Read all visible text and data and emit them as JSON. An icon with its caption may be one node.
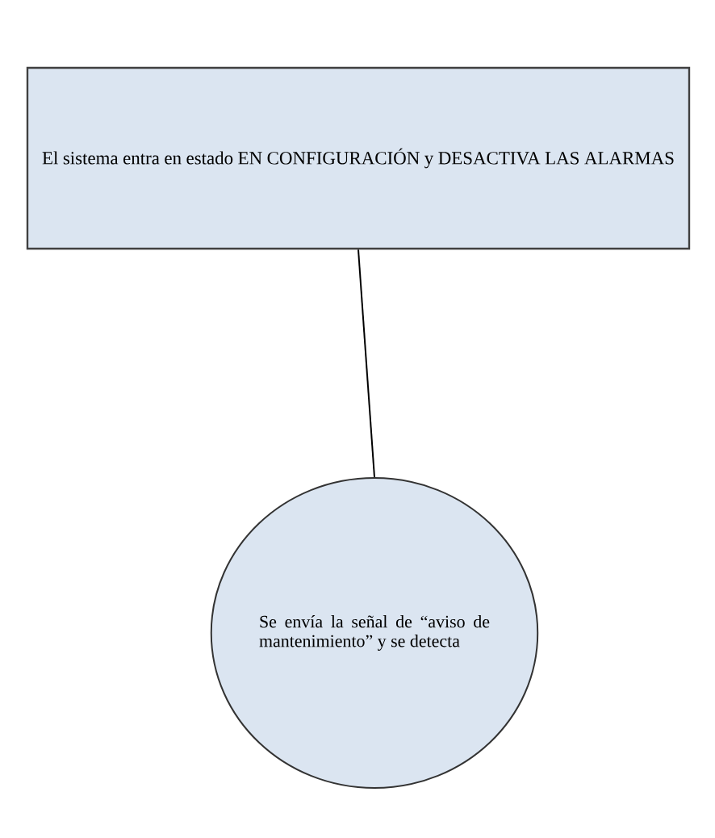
{
  "diagram": {
    "nodes": [
      {
        "text": [
          "El sistema entra en estado EN CONFIGURACIÓN y DESACTIVA LAS ALARMAS"
        ]
      },
      {
        "text": [
          "Se envía la señal de “aviso de mantenimiento” y se detecta"
        ]
      }
    ],
    "edges": [
      {
        "from": 0,
        "to": 1,
        "arrow": "none"
      }
    ]
  }
}
